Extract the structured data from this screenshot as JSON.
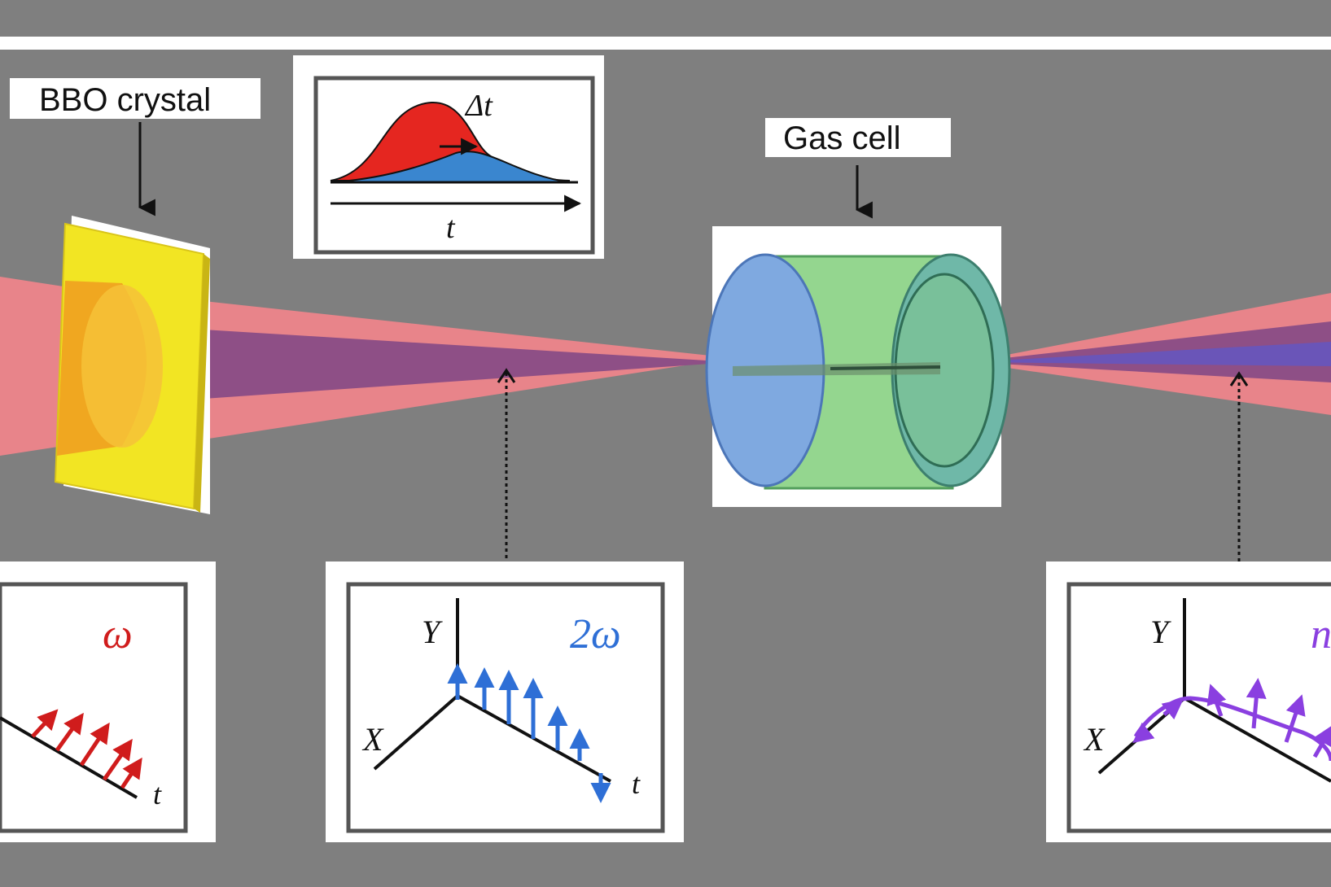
{
  "labels": {
    "bbo_crystal": "BBO crystal",
    "gas_cell": "Gas cell",
    "delay": "Δt",
    "time_axis": "t"
  },
  "panels": {
    "omega": {
      "freq": "ω",
      "t_label": "t"
    },
    "two_omega": {
      "freq": "2ω",
      "x_label": "X",
      "y_label": "Y",
      "t_label": "t"
    },
    "n_omega": {
      "freq": "n",
      "x_label": "X",
      "y_label": "Y"
    }
  },
  "colors": {
    "background": "#7f7f7f",
    "white_border": "#ffffff",
    "red_beam": "#e8848a",
    "purple_beam": "#8e4f86",
    "crystal": "#f2e523",
    "crystal_orange": "#f0a020",
    "gas_cell_blue": "#7fa9e0",
    "gas_cell_green": "#8fd48a",
    "pulse_red": "#e52620",
    "pulse_blue": "#3a86cf",
    "omega_arrows": "#d01c1c",
    "two_omega_arrows": "#2e6fd6",
    "harmonic_arrows": "#8a3fe0"
  }
}
